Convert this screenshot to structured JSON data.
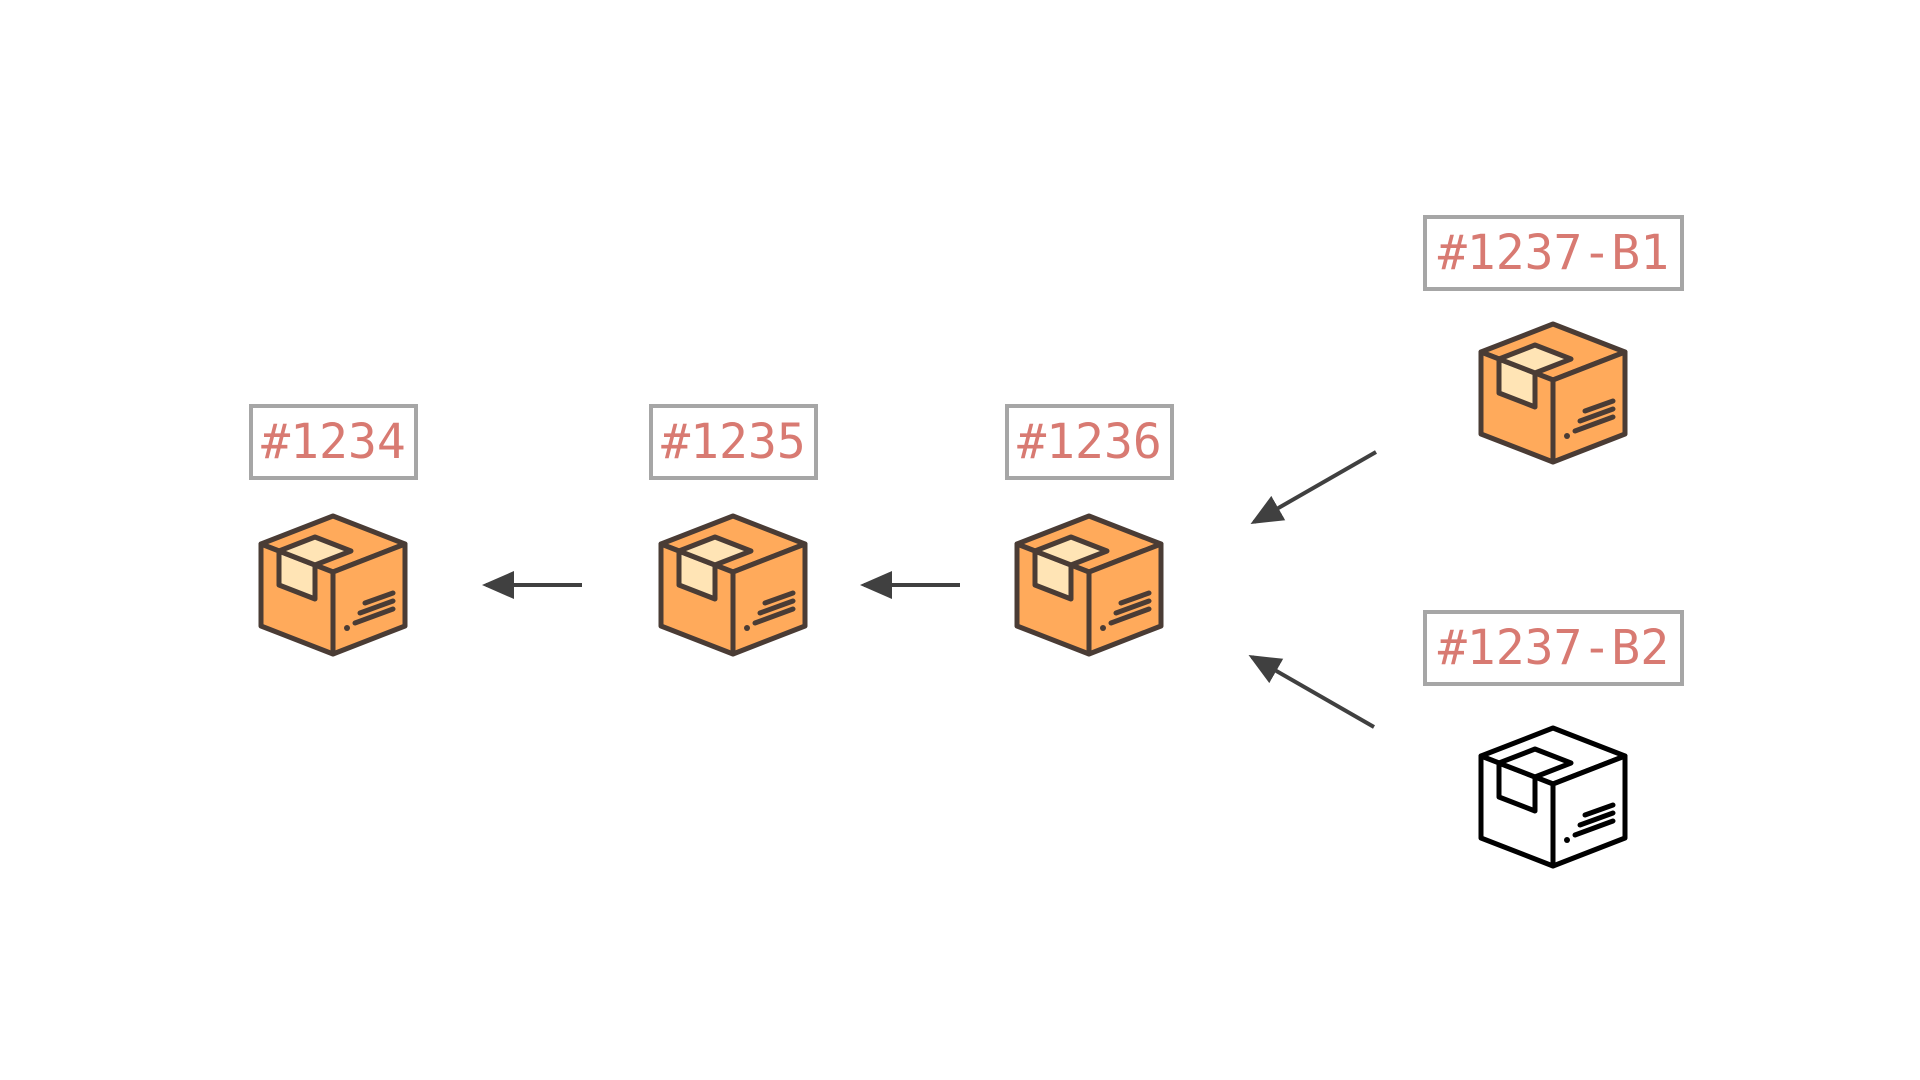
{
  "diagram": {
    "nodes": [
      {
        "id": "n1234",
        "label": "#1234",
        "style": "filled"
      },
      {
        "id": "n1235",
        "label": "#1235",
        "style": "filled"
      },
      {
        "id": "n1236",
        "label": "#1236",
        "style": "filled"
      },
      {
        "id": "n1237b1",
        "label": "#1237-B1",
        "style": "filled"
      },
      {
        "id": "n1237b2",
        "label": "#1237-B2",
        "style": "outline"
      }
    ],
    "edges": [
      {
        "from": "n1235",
        "to": "n1234"
      },
      {
        "from": "n1236",
        "to": "n1235"
      },
      {
        "from": "n1237b1",
        "to": "n1236"
      },
      {
        "from": "n1237b2",
        "to": "n1236"
      }
    ],
    "colors": {
      "label_text": "#d87a72",
      "label_border": "#a6a6a6",
      "box_fill": "#ffaa5b",
      "box_tape": "#ffe4b5",
      "box_stroke": "#4a3c35",
      "outline_stroke": "#000000",
      "arrow": "#404040"
    },
    "icons": {
      "filled": "package-box-icon",
      "outline": "package-box-outline-icon"
    }
  }
}
